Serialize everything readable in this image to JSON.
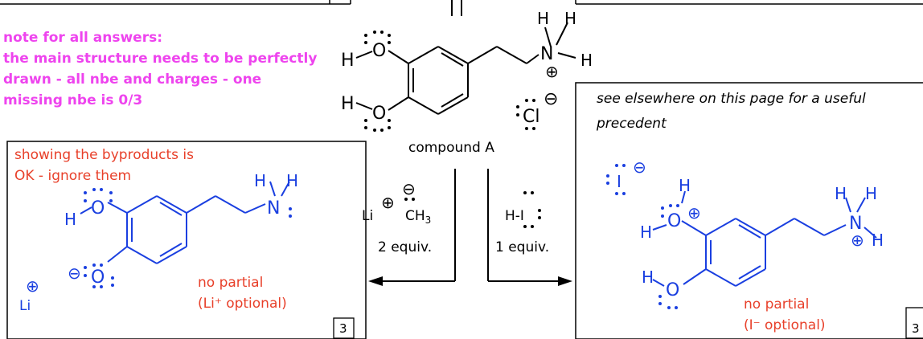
{
  "note": {
    "lines": [
      "note for all answers:",
      "the main structure needs to be perfectly",
      "drawn - all nbe and charges - one",
      "missing nbe is 0/3"
    ]
  },
  "center": {
    "compound_label": "compound A",
    "atom_o": "O",
    "atom_h": "H",
    "atom_n": "N",
    "atom_cl": "Cl",
    "charge_plus": "⊕",
    "charge_minus": "⊖"
  },
  "left_reagent": {
    "li": "Li",
    "ch3": "CH",
    "ch3_sub": "3",
    "equiv": "2 equiv."
  },
  "right_reagent": {
    "hi": "H-I",
    "equiv": "1 equiv."
  },
  "left_box": {
    "header_line1": "showing the byproducts is",
    "header_line2": "OK - ignore them",
    "no_partial": "no partial",
    "optional": "(Li⁺ optional)",
    "li": "Li",
    "score": "3"
  },
  "right_box": {
    "header_line1": "see elsewhere on this page for a useful",
    "header_line2": "precedent",
    "iodide": "I",
    "no_partial": "no partial",
    "optional": "(I⁻ optional)",
    "score": "3"
  }
}
